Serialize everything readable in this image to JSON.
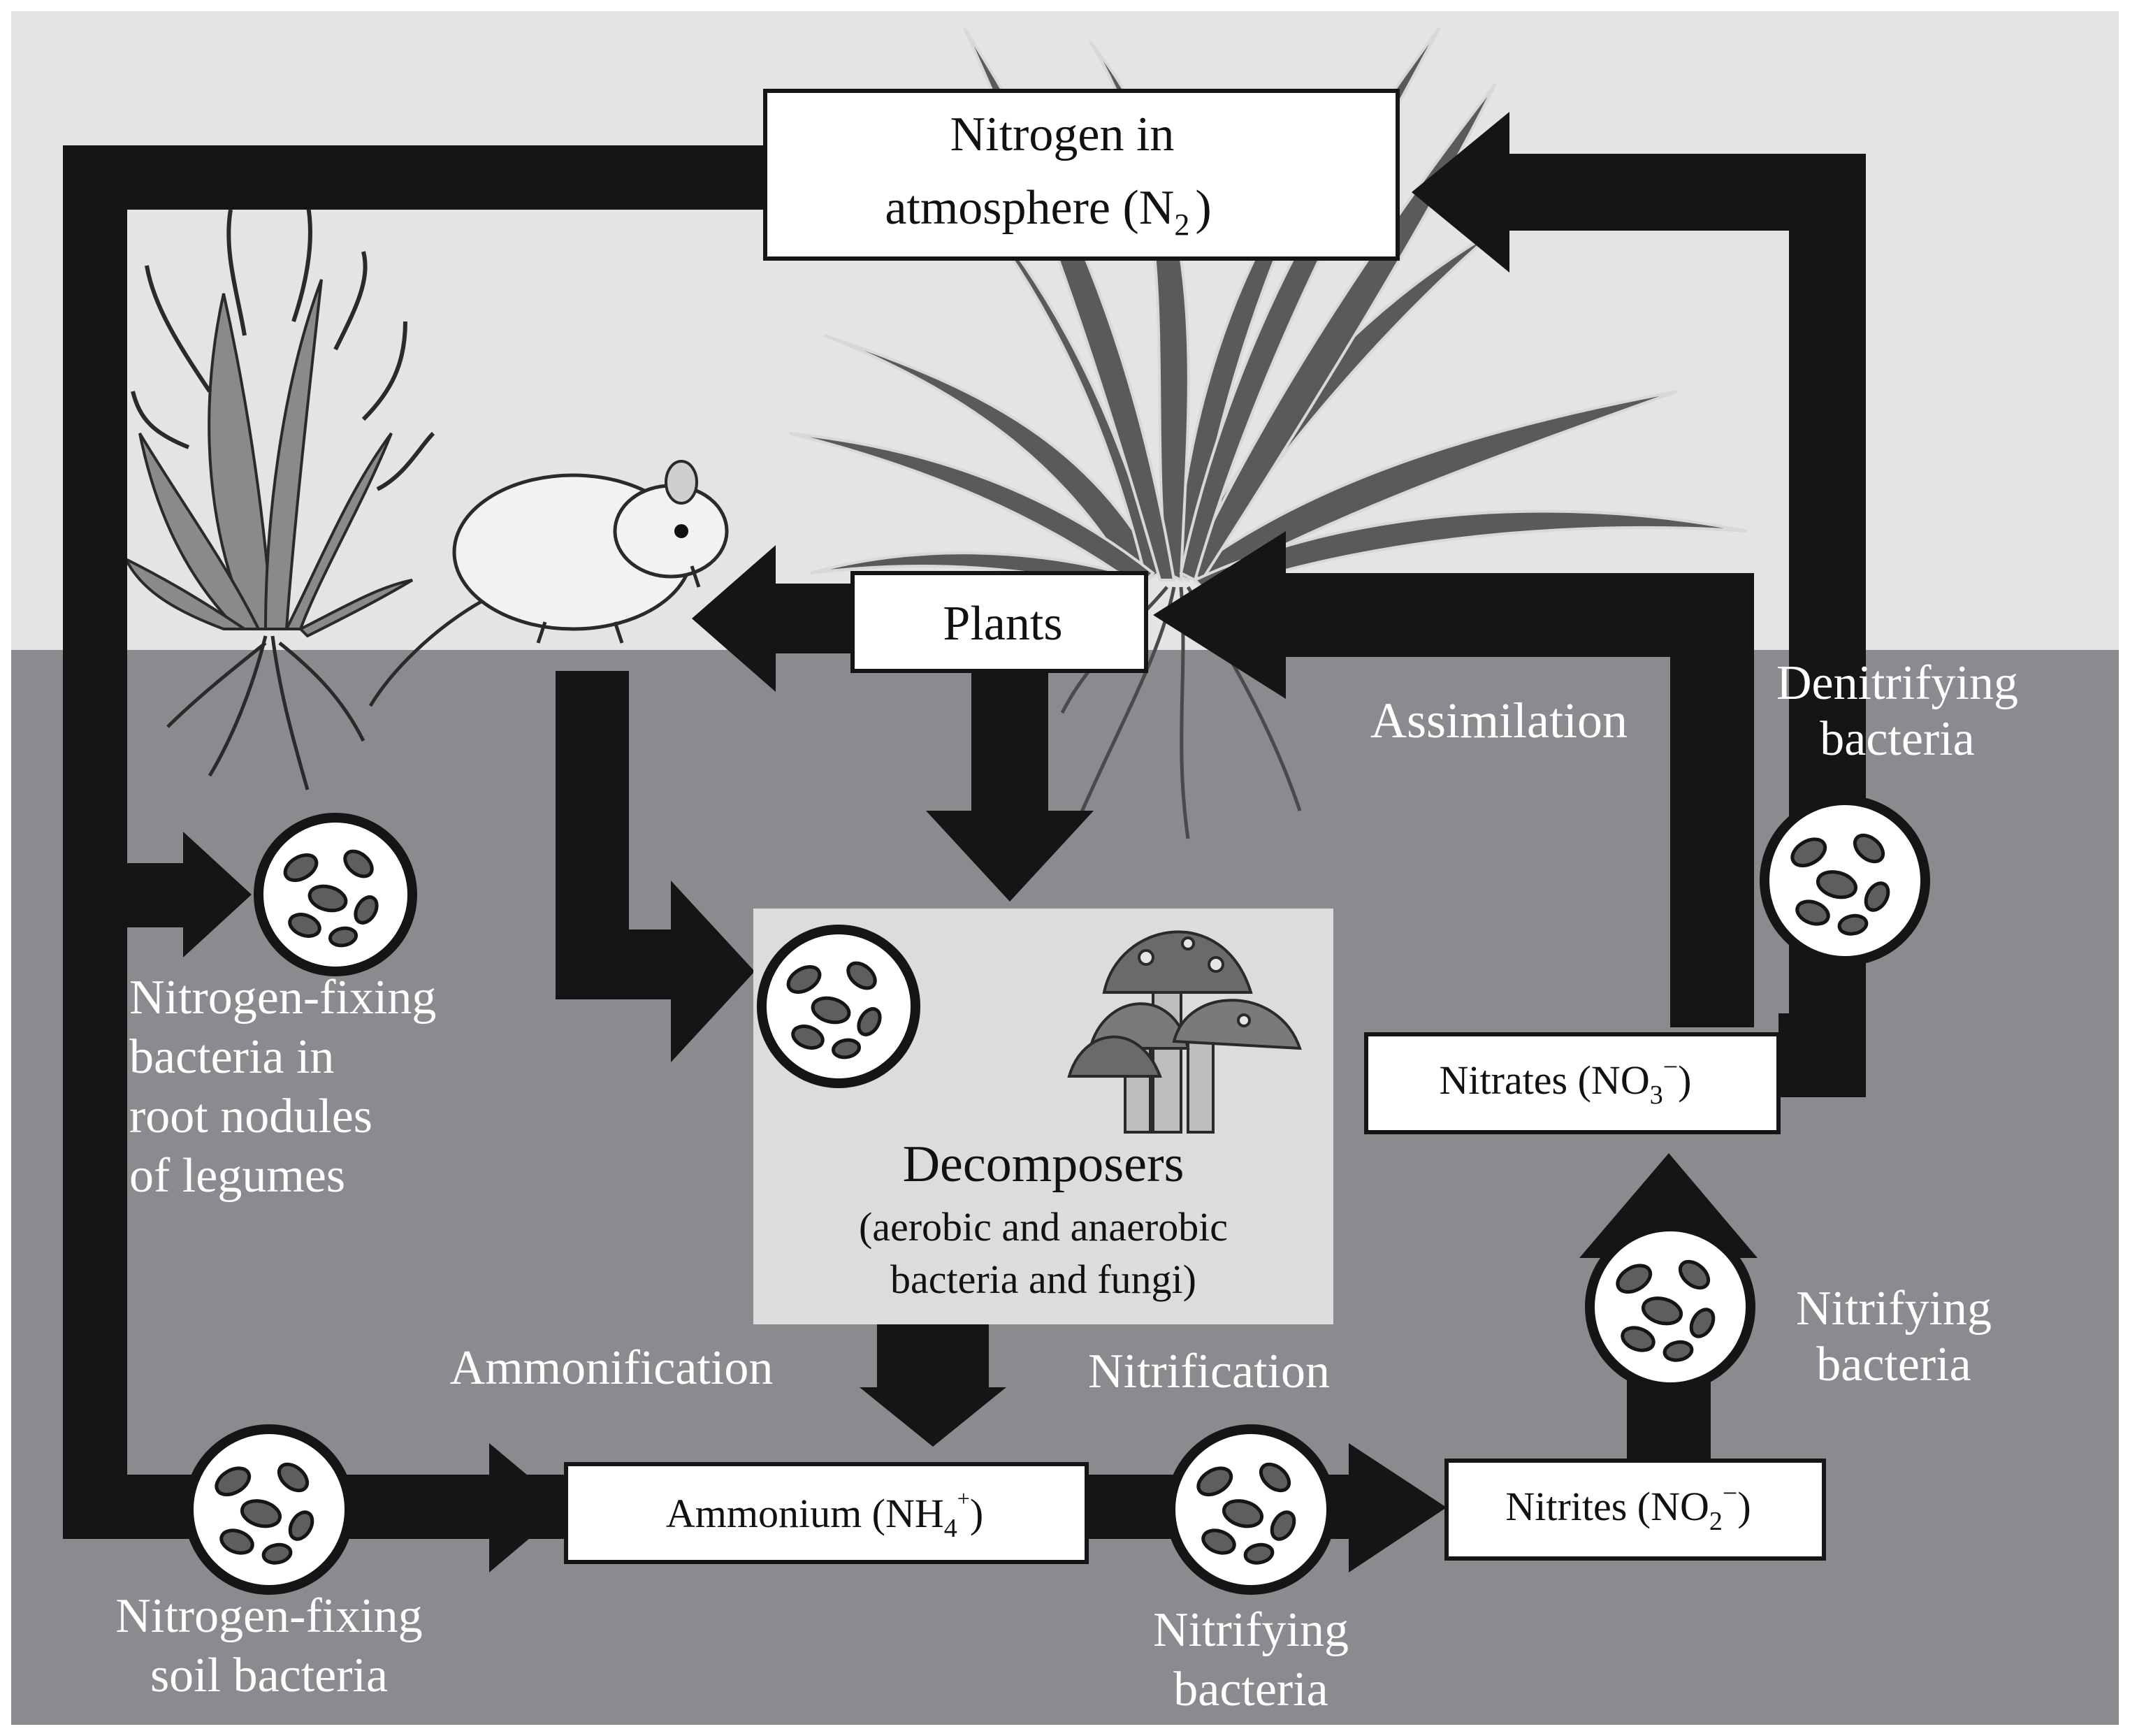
{
  "boxes": {
    "atmosphere_line1": "Nitrogen in",
    "atmosphere_line2": "atmosphere (N",
    "atmosphere_sub": "2",
    "atmosphere_close": ")",
    "plants": "Plants",
    "nitrates": "Nitrates (NO",
    "nitrates_sub": "3",
    "nitrates_sup": "−",
    "nitrates_close": ")",
    "nitrites": "Nitrites (NO",
    "nitrites_sub": "2",
    "nitrites_sup": "−",
    "nitrites_close": ")",
    "ammonium": "Ammonium (NH",
    "ammonium_sub": "4",
    "ammonium_sup": "+",
    "ammonium_close": ")"
  },
  "decomposers": {
    "title": "Decomposers",
    "line1": "(aerobic and anaerobic",
    "line2": "bacteria and fungi)"
  },
  "labels": {
    "assimilation": "Assimilation",
    "denitrifying_1": "Denitrifying",
    "denitrifying_2": "bacteria",
    "nf_legumes_1": "Nitrogen-fixing",
    "nf_legumes_2": "bacteria in",
    "nf_legumes_3": "root nodules",
    "nf_legumes_4": "of legumes",
    "nitrifying_right_1": "Nitrifying",
    "nitrifying_right_2": "bacteria",
    "ammonification": "Ammonification",
    "nitrification": "Nitrification",
    "nf_soil_1": "Nitrogen-fixing",
    "nf_soil_2": "soil bacteria",
    "nitrifying_bottom_1": "Nitrifying",
    "nitrifying_bottom_2": "bacteria"
  },
  "colors": {
    "sky": "#e4e4e4",
    "soil": "#8a8b8e",
    "arrow": "#151515",
    "box_fill": "#ffffff",
    "decomposer_panel": "#dcdcdc"
  }
}
